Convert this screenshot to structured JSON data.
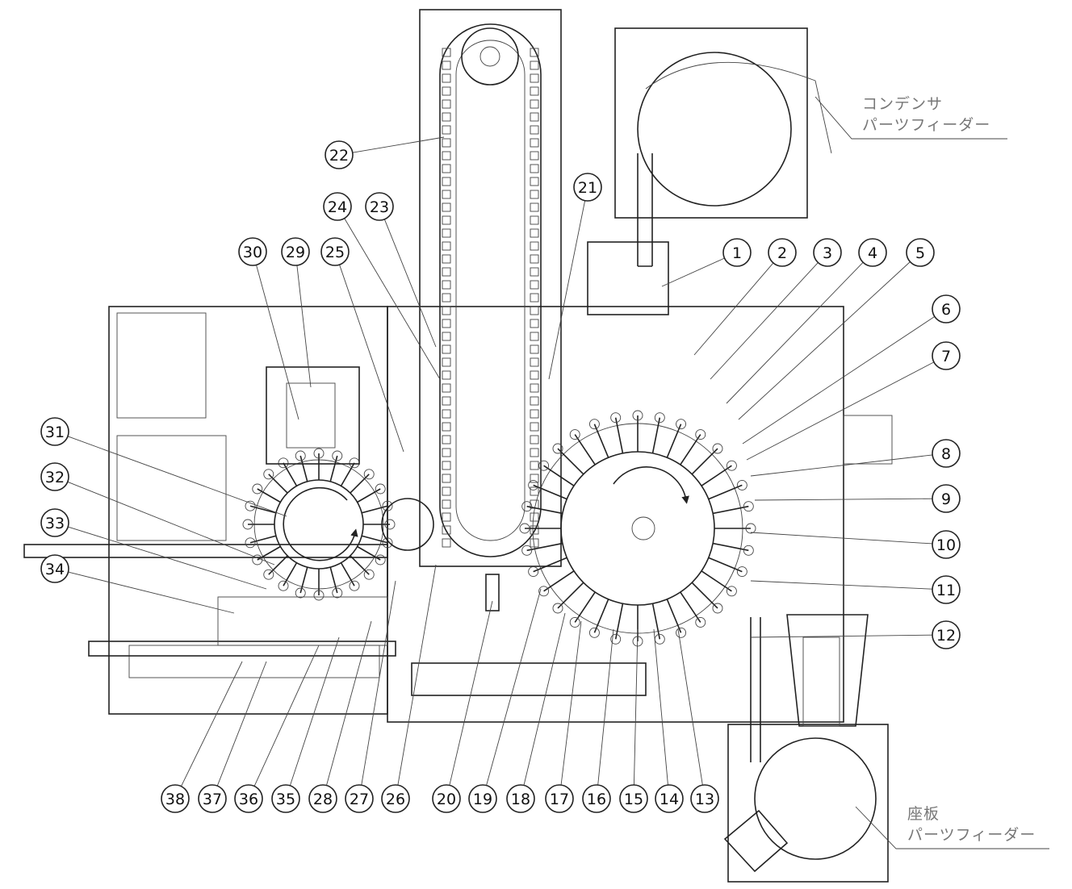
{
  "labels": {
    "capacitor_feeder": [
      "コンデンサ",
      "パーツフィーダー"
    ],
    "base_plate_feeder": [
      "座板",
      "パーツフィーダー"
    ]
  },
  "callouts": [
    "1",
    "2",
    "3",
    "4",
    "5",
    "6",
    "7",
    "8",
    "9",
    "10",
    "11",
    "12",
    "13",
    "14",
    "15",
    "16",
    "17",
    "18",
    "19",
    "20",
    "21",
    "22",
    "23",
    "24",
    "25",
    "26",
    "27",
    "28",
    "29",
    "30",
    "31",
    "32",
    "33",
    "34",
    "35",
    "36",
    "37",
    "38"
  ]
}
